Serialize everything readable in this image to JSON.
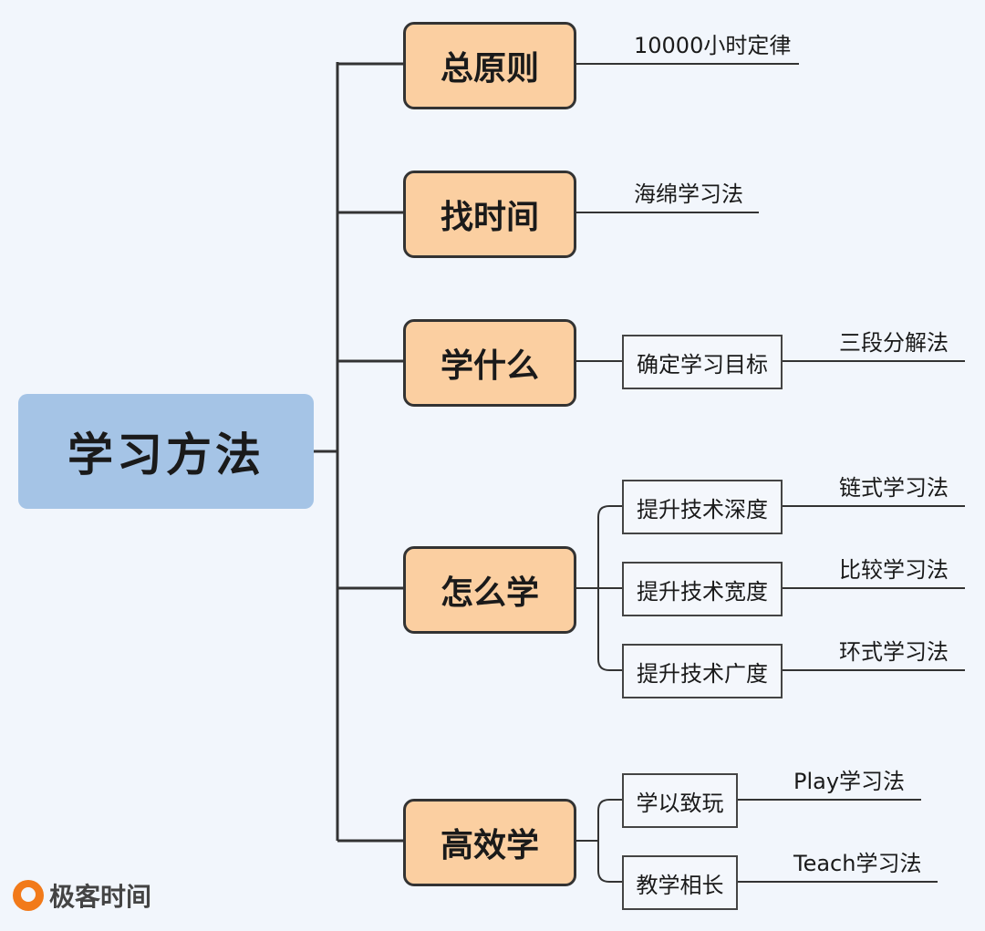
{
  "root": {
    "label": "学习方法"
  },
  "topics": [
    {
      "label": "总原则",
      "children": [],
      "leaves": [
        "10000小时定律"
      ]
    },
    {
      "label": "找时间",
      "children": [],
      "leaves": [
        "海绵学习法"
      ]
    },
    {
      "label": "学什么",
      "children": [
        {
          "label": "确定学习目标",
          "leaf": "三段分解法"
        }
      ]
    },
    {
      "label": "怎么学",
      "children": [
        {
          "label": "提升技术深度",
          "leaf": "链式学习法"
        },
        {
          "label": "提升技术宽度",
          "leaf": "比较学习法"
        },
        {
          "label": "提升技术广度",
          "leaf": "环式学习法"
        }
      ]
    },
    {
      "label": "高效学",
      "children": [
        {
          "label": "学以致玩",
          "leaf": "Play学习法"
        },
        {
          "label": "教学相长",
          "leaf": "Teach学习法"
        }
      ]
    }
  ],
  "watermark": {
    "brand": "极客时间"
  },
  "colors": {
    "root": "#a5c4e6",
    "topic": "#fbcfa1",
    "line": "#333333",
    "background": "#f2f6fc",
    "logo": "#f27a1a"
  }
}
